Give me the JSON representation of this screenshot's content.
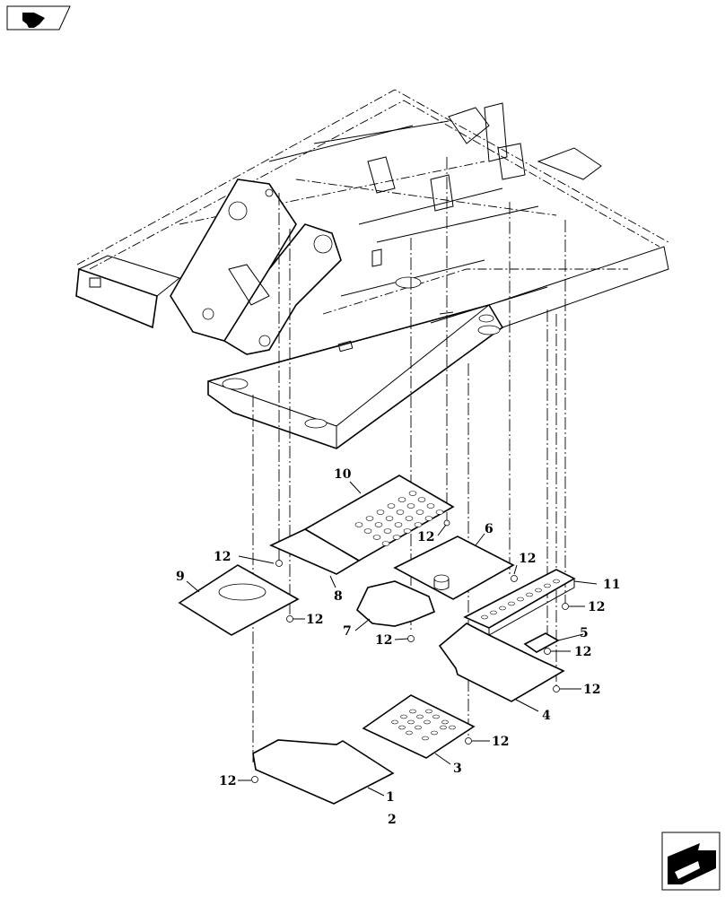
{
  "callouts": {
    "c1": "1",
    "c2": "2",
    "c3": "3",
    "c4": "4",
    "c5": "5",
    "c6": "6",
    "c7": "7",
    "c8": "8",
    "c9": "9",
    "c10": "10",
    "c11": "11",
    "c12": "12"
  },
  "icons": {
    "top_left": "book-reference-icon",
    "bottom_right": "next-page-arrow-icon"
  }
}
